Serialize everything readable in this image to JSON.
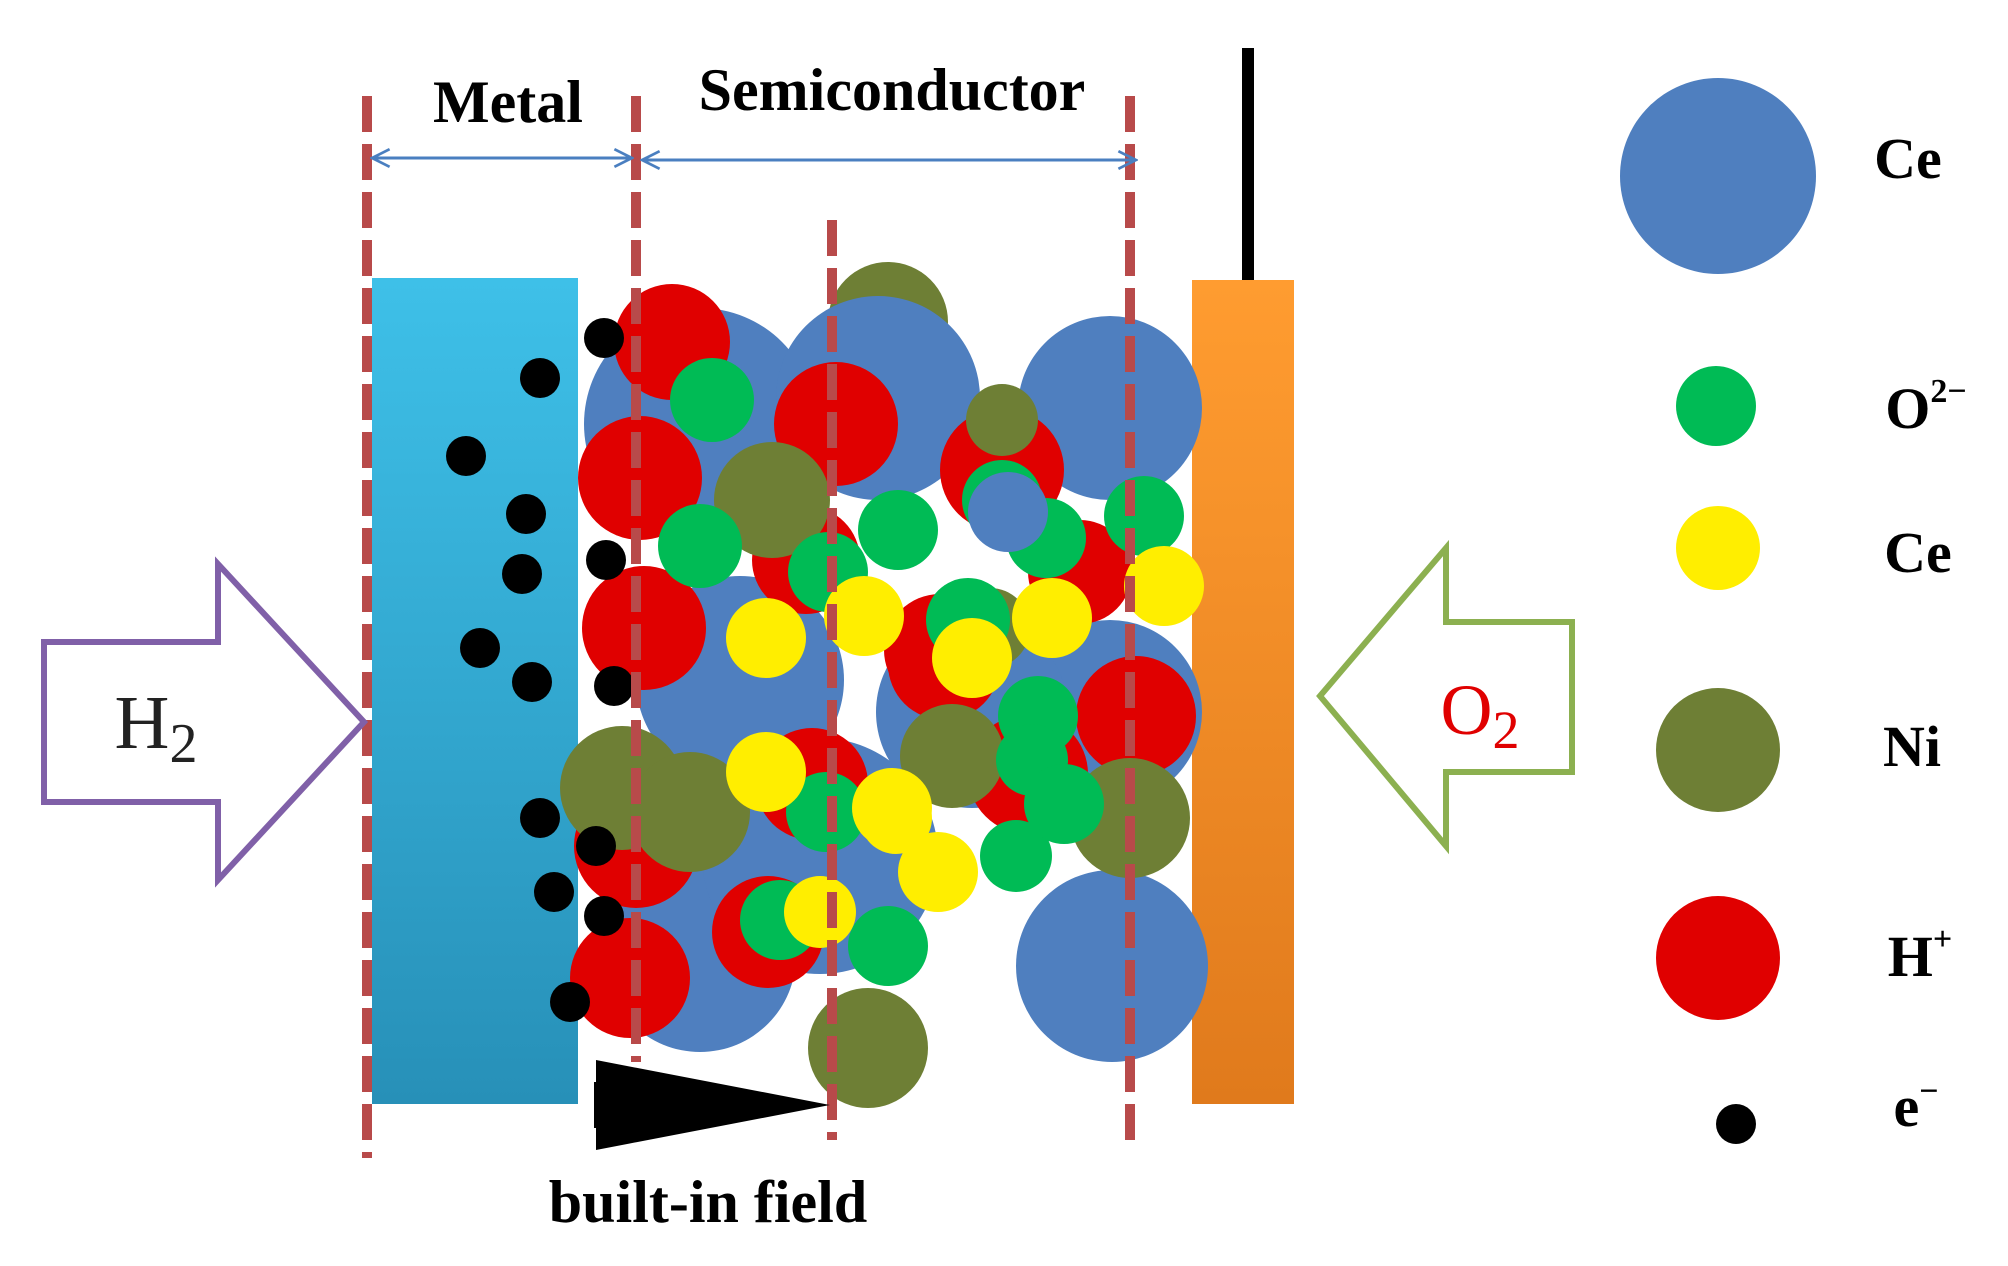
{
  "labels": {
    "metal": "Metal",
    "semiconductor": "Semiconductor",
    "built_in_field": "built-in field"
  },
  "gases": {
    "left": {
      "symbol": "H",
      "subscript": "2"
    },
    "right": {
      "symbol": "O",
      "subscript": "2"
    }
  },
  "legend": [
    {
      "label": "Ce",
      "sup": "",
      "color": "#4f7fbf"
    },
    {
      "label": "O",
      "sup": "2−",
      "color": "#00bb55"
    },
    {
      "label": "Ce",
      "sup": "",
      "color": "#ffee00"
    },
    {
      "label": "Ni",
      "sup": "",
      "color": "#6e7f35"
    },
    {
      "label": "H",
      "sup": "+",
      "color": "#e00000"
    },
    {
      "label": "e",
      "sup": "−",
      "color": "#000000"
    }
  ],
  "colors": {
    "ce": "#4f7fbf",
    "oxide": "#00bb55",
    "ce_yellow": "#ffee00",
    "ni": "#6e7f35",
    "proton": "#e00000",
    "electron": "#000000",
    "metal_slab": "#2aa9d8",
    "cathode": "#f08a20",
    "boundary": "#b84a4a",
    "dimension_arrow": "#4a7fc0",
    "h2_arrow": "#8060a8",
    "o2_arrow": "#8cb050",
    "o2_text": "#e00000"
  }
}
